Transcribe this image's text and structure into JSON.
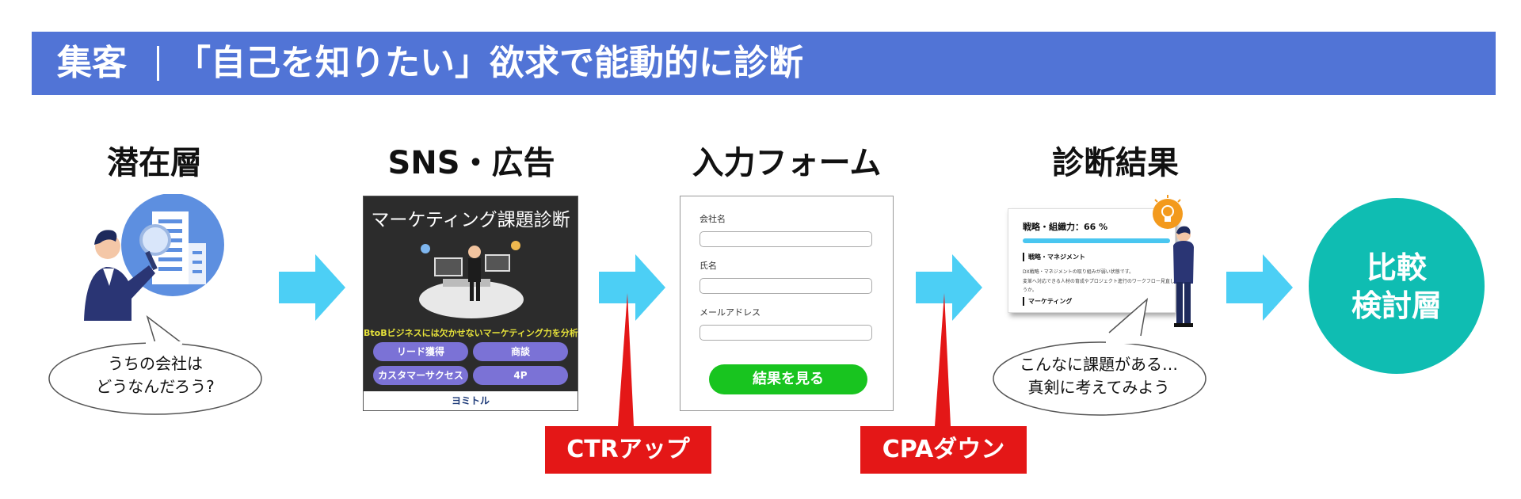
{
  "header": {
    "category": "集客",
    "title": "「自己を知りたい」欲求で能動的に診断"
  },
  "steps": {
    "latent": {
      "title": "潜在層",
      "bubble_line1": "うちの会社は",
      "bubble_line2": "どうなんだろう?"
    },
    "sns": {
      "title": "SNS・広告",
      "ad_title": "マーケティング課題診断",
      "ad_tagline": "BtoBビジネスには欠かせないマーケティング力を分析",
      "pills": [
        "リード獲得",
        "商談",
        "カスタマーサクセス",
        "4P"
      ],
      "logo": "ヨミトル"
    },
    "form": {
      "title": "入力フォーム",
      "fields": [
        "会社名",
        "氏名",
        "メールアドレス"
      ],
      "button": "結果を見る"
    },
    "result": {
      "title": "診断結果",
      "card_title": "戦略・組織力：66 %",
      "section1": "戦略・マネジメント",
      "line1": "DX戦略・マネジメントの取り組みが弱い状態です。",
      "line2": "変革へ対応できる人材の育成やプロジェクト進行のワークフロー見直しな",
      "line3": "うか。",
      "section2": "マーケティング",
      "bubble_line1": "こんなに課題がある…",
      "bubble_line2": "真剣に考えてみよう"
    }
  },
  "labels": {
    "ctr": "CTRアップ",
    "cpa": "CPAダウン"
  },
  "final": {
    "line1": "比較",
    "line2": "検討層"
  },
  "colors": {
    "header": "#5174d6",
    "arrow": "#4ccff5",
    "red": "#e41717",
    "teal": "#0fbdb2",
    "button": "#18c41f",
    "pill": "#7b72d6"
  }
}
